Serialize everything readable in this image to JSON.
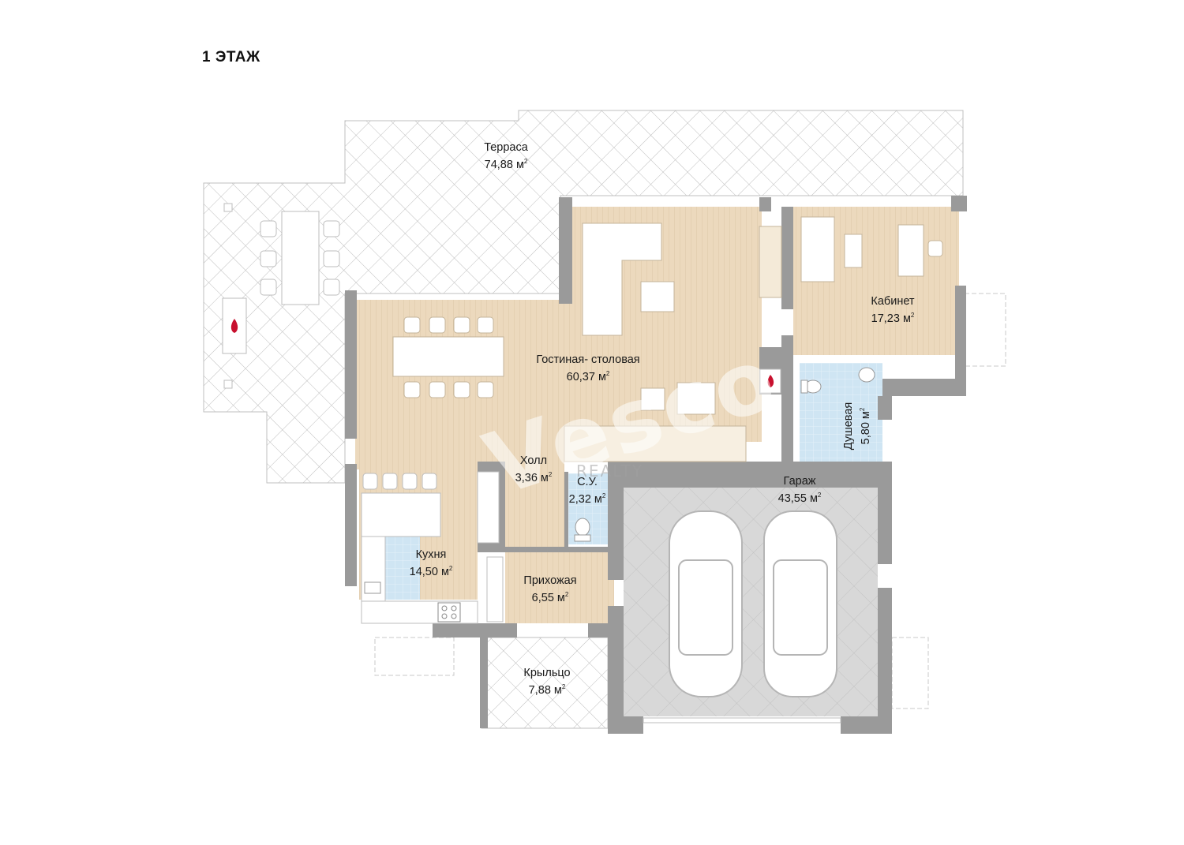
{
  "title": "1 ЭТАЖ",
  "watermark": {
    "brand": "Vesco",
    "sub": "REALTY"
  },
  "rooms": [
    {
      "id": "terrace",
      "name": "Терраса",
      "area": "74,88 м"
    },
    {
      "id": "living",
      "name": "Гостиная- столовая",
      "area": "60,37 м"
    },
    {
      "id": "office",
      "name": "Кабинет",
      "area": "17,23 м"
    },
    {
      "id": "shower",
      "name": "Душевая",
      "area": "5,80 м"
    },
    {
      "id": "hall",
      "name": "Холл",
      "area": "3,36 м"
    },
    {
      "id": "wc",
      "name": "С.У.",
      "area": "2,32 м"
    },
    {
      "id": "garage",
      "name": "Гараж",
      "area": "43,55 м"
    },
    {
      "id": "kitchen",
      "name": "Кухня",
      "area": "14,50 м"
    },
    {
      "id": "entrance",
      "name": "Прихожая",
      "area": "6,55 м"
    },
    {
      "id": "porch",
      "name": "Крыльцо",
      "area": "7,88 м"
    }
  ],
  "area_unit_sup": "2",
  "colors": {
    "wall": "#9a9a9a",
    "floor_wood": "#ecd9bd",
    "tile_wet": "#c9e3f3",
    "garage_floor": "#d6d6d6",
    "lattice": "#b9b9b9",
    "fire": "#c8102e"
  },
  "icons": [
    "fireplace-icon",
    "toilet-icon",
    "sink-icon",
    "stove-icon",
    "car-icon"
  ]
}
